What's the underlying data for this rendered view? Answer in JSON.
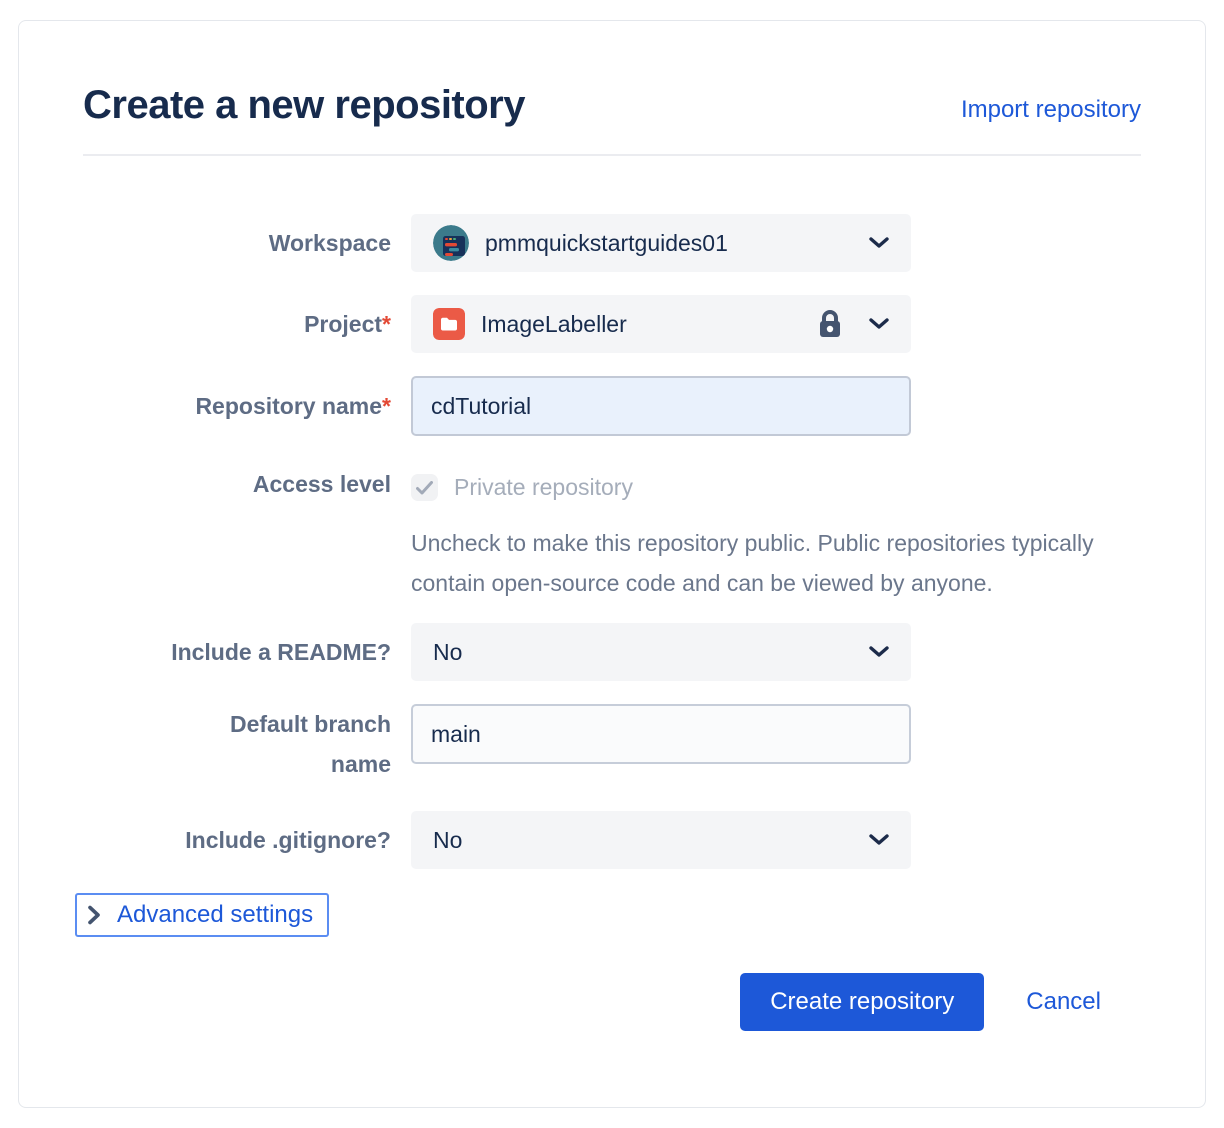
{
  "header": {
    "title": "Create a new repository",
    "import_link": "Import repository"
  },
  "form": {
    "workspace": {
      "label": "Workspace",
      "value": "pmmquickstartguides01"
    },
    "project": {
      "label": "Project",
      "required": "*",
      "value": "ImageLabeller"
    },
    "repo_name": {
      "label": "Repository name",
      "required": "*",
      "value": "cdTutorial"
    },
    "access_level": {
      "label": "Access level",
      "checkbox_label": "Private repository",
      "checkbox_checked": true,
      "help": "Uncheck to make this repository public. Public repositories typically contain open-source code and can be viewed by anyone."
    },
    "readme": {
      "label": "Include a README?",
      "value": "No"
    },
    "default_branch": {
      "label": "Default branch name",
      "value": "main"
    },
    "gitignore": {
      "label": "Include .gitignore?",
      "value": "No"
    },
    "advanced": {
      "label": "Advanced settings"
    }
  },
  "footer": {
    "create_label": "Create repository",
    "cancel_label": "Cancel"
  },
  "colors": {
    "accent_blue": "#1d58d8",
    "title_text": "#172b4d",
    "label_gray": "#5e6c84",
    "required_red": "#e34935",
    "project_icon_red": "#eb5a46",
    "workspace_avatar_teal": "#3b7a8b",
    "field_bg_gray": "#f4f5f7",
    "focused_input_bg": "#e9f1fc",
    "focus_ring_blue": "#5b8df2"
  },
  "icons": {
    "workspace_avatar": "workspace-avatar",
    "project_folder": "folder-icon",
    "lock": "lock-icon",
    "chevron_down": "chevron-down-icon",
    "check": "check-icon",
    "chevron_right": "chevron-right-icon"
  }
}
